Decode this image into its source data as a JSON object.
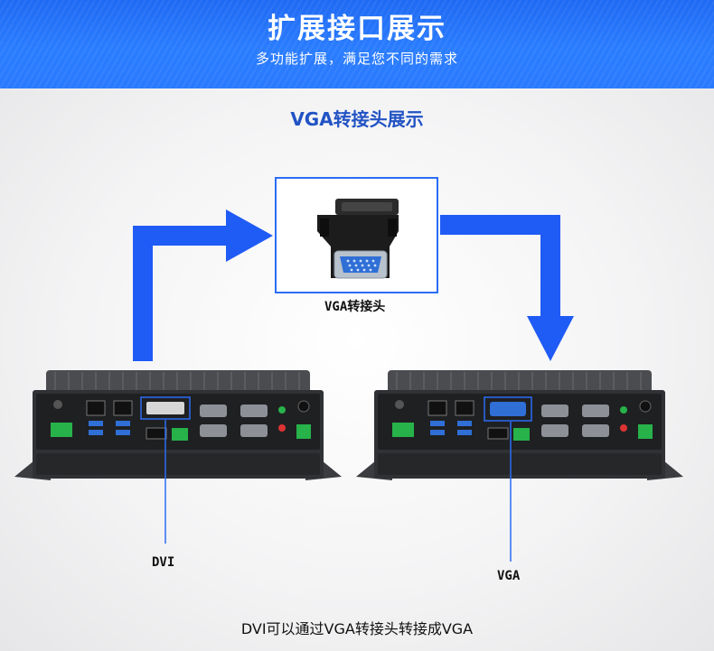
{
  "banner": {
    "title": "扩展接口展示",
    "subtitle": "多功能扩展，满足您不同的需求"
  },
  "section": {
    "title": "VGA转接头展示"
  },
  "adapter": {
    "label": "VGA转接头"
  },
  "devices": {
    "left_port_label": "DVI",
    "right_port_label": "VGA"
  },
  "caption": "DVI可以通过VGA转接头转接成VGA",
  "colors": {
    "banner_blue": "#2a7aff",
    "arrow_blue": "#1f5bf5",
    "highlight_blue": "#2c6cf5",
    "title_blue": "#2253c4",
    "device_body": "#3b3d40",
    "terminal_green": "#27b24a"
  }
}
